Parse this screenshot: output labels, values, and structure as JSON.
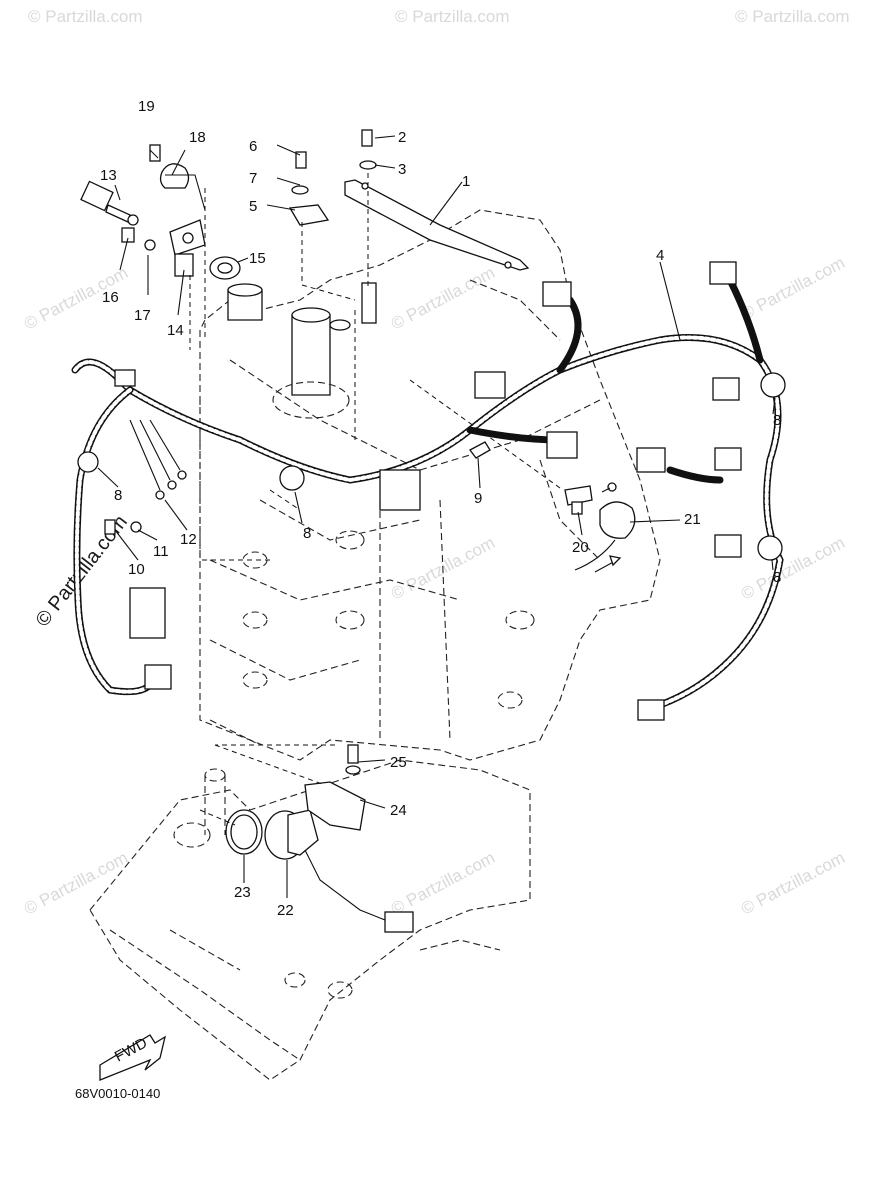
{
  "diagram_code": "68V0010-0140",
  "fwd_label": "FWD",
  "watermark_text": "© Partzilla.com",
  "callouts": [
    {
      "id": "c1",
      "num": "1"
    },
    {
      "id": "c2",
      "num": "2"
    },
    {
      "id": "c3",
      "num": "3"
    },
    {
      "id": "c4",
      "num": "4"
    },
    {
      "id": "c5",
      "num": "5"
    },
    {
      "id": "c6",
      "num": "6"
    },
    {
      "id": "c7",
      "num": "7"
    },
    {
      "id": "c8a",
      "num": "8"
    },
    {
      "id": "c8b",
      "num": "8"
    },
    {
      "id": "c8c",
      "num": "8"
    },
    {
      "id": "c8d",
      "num": "8"
    },
    {
      "id": "c9",
      "num": "9"
    },
    {
      "id": "c10",
      "num": "10"
    },
    {
      "id": "c11",
      "num": "11"
    },
    {
      "id": "c12",
      "num": "12"
    },
    {
      "id": "c13",
      "num": "13"
    },
    {
      "id": "c14",
      "num": "14"
    },
    {
      "id": "c15",
      "num": "15"
    },
    {
      "id": "c16",
      "num": "16"
    },
    {
      "id": "c17",
      "num": "17"
    },
    {
      "id": "c18",
      "num": "18"
    },
    {
      "id": "c19",
      "num": "19"
    },
    {
      "id": "c20",
      "num": "20"
    },
    {
      "id": "c21",
      "num": "21"
    },
    {
      "id": "c22",
      "num": "22"
    },
    {
      "id": "c23",
      "num": "23"
    },
    {
      "id": "c24",
      "num": "24"
    },
    {
      "id": "c25",
      "num": "25"
    }
  ]
}
